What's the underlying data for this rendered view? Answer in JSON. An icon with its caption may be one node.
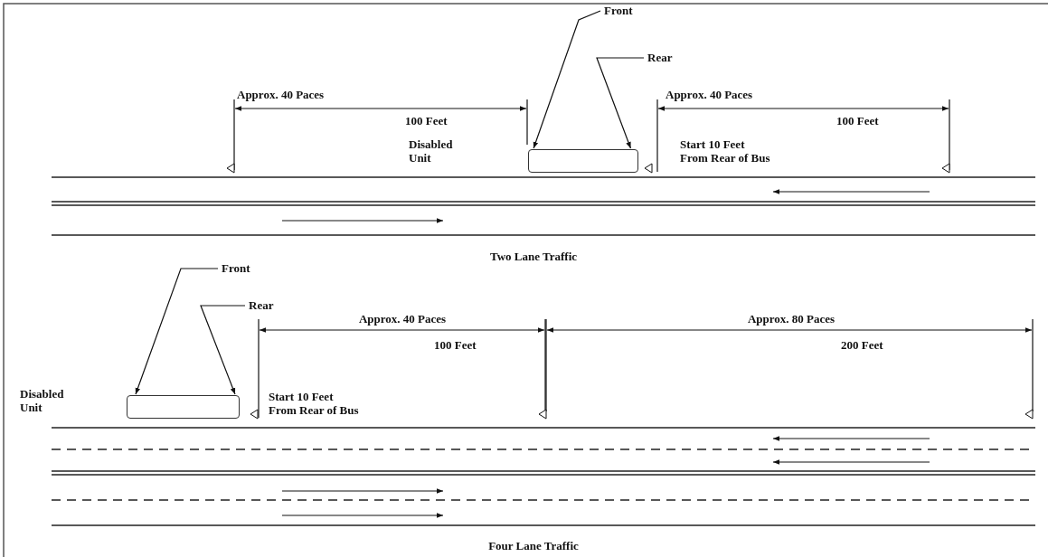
{
  "diagram": {
    "nodes": [
      {
        "text": [
          "Front"
        ]
      },
      {
        "text": [
          "Rear"
        ]
      },
      {
        "text": [],
        "shape": "box"
      },
      {
        "text": [
          "Front"
        ]
      },
      {
        "text": [
          "Rear"
        ]
      },
      {
        "text": [],
        "shape": "box"
      }
    ],
    "edges": [
      {
        "from": 0,
        "to": 2,
        "arrow": "to"
      },
      {
        "from": 1,
        "to": 2,
        "arrow": "to"
      },
      {
        "from": 3,
        "to": 5,
        "arrow": "to"
      },
      {
        "from": 4,
        "to": 5,
        "arrow": "to"
      }
    ],
    "labels": [
      "Approx. 40 Paces",
      "Approx. 40 Paces",
      "100 Feet",
      "100 Feet",
      "Disabled Unit",
      "Start 10 Feet From Rear of Bus",
      "Two Lane Traffic",
      "Approx. 40 Paces",
      "Approx. 80 Paces",
      "100 Feet",
      "200 Feet",
      "Disabled Unit",
      "Start 10 Feet From Rear of Bus",
      "Four Lane Traffic"
    ]
  }
}
